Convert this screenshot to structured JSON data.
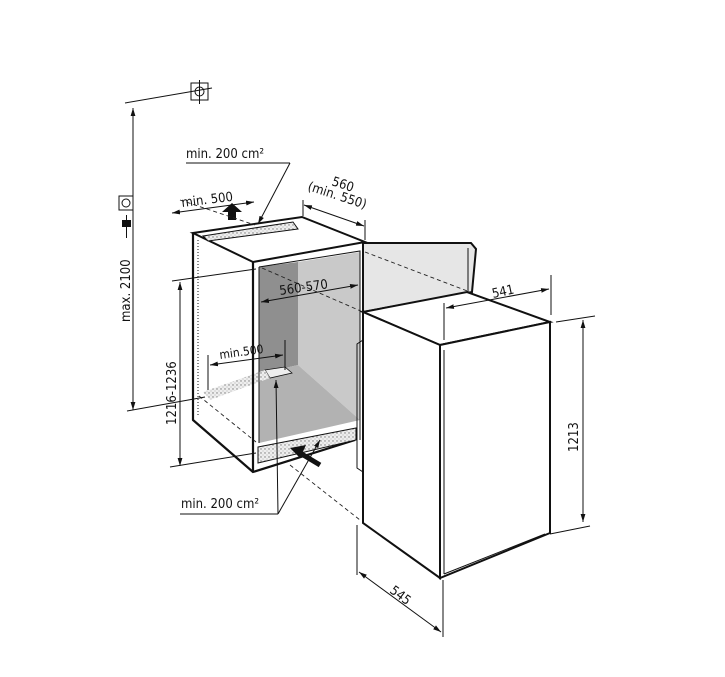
{
  "title": "Built-in appliance installation dimensions",
  "labels": {
    "max_height": "max. 2100",
    "niche_height": "1216-1236",
    "appliance_height": "1213",
    "appliance_depth": "545",
    "appliance_width": "541",
    "niche_width": "560-570",
    "niche_depth": "560",
    "niche_depth_min": "(min. 550)",
    "top_vent_depth": "min. 500",
    "bottom_vent_depth": "min.500",
    "top_vent_area": "min. 200 cm²",
    "bottom_vent_area": "min. 200 cm²"
  },
  "icons": [
    "wall-mount-icon",
    "power-socket-icon",
    "power-plug-icon",
    "airflow-out-arrow-icon",
    "airflow-in-arrow-icon"
  ],
  "colors": {
    "line": "#111111",
    "dark_wall": "#8f8f8f",
    "light_wall": "#c9c9c9",
    "floor": "#b2b2b2",
    "door": "#e6e6e6"
  }
}
